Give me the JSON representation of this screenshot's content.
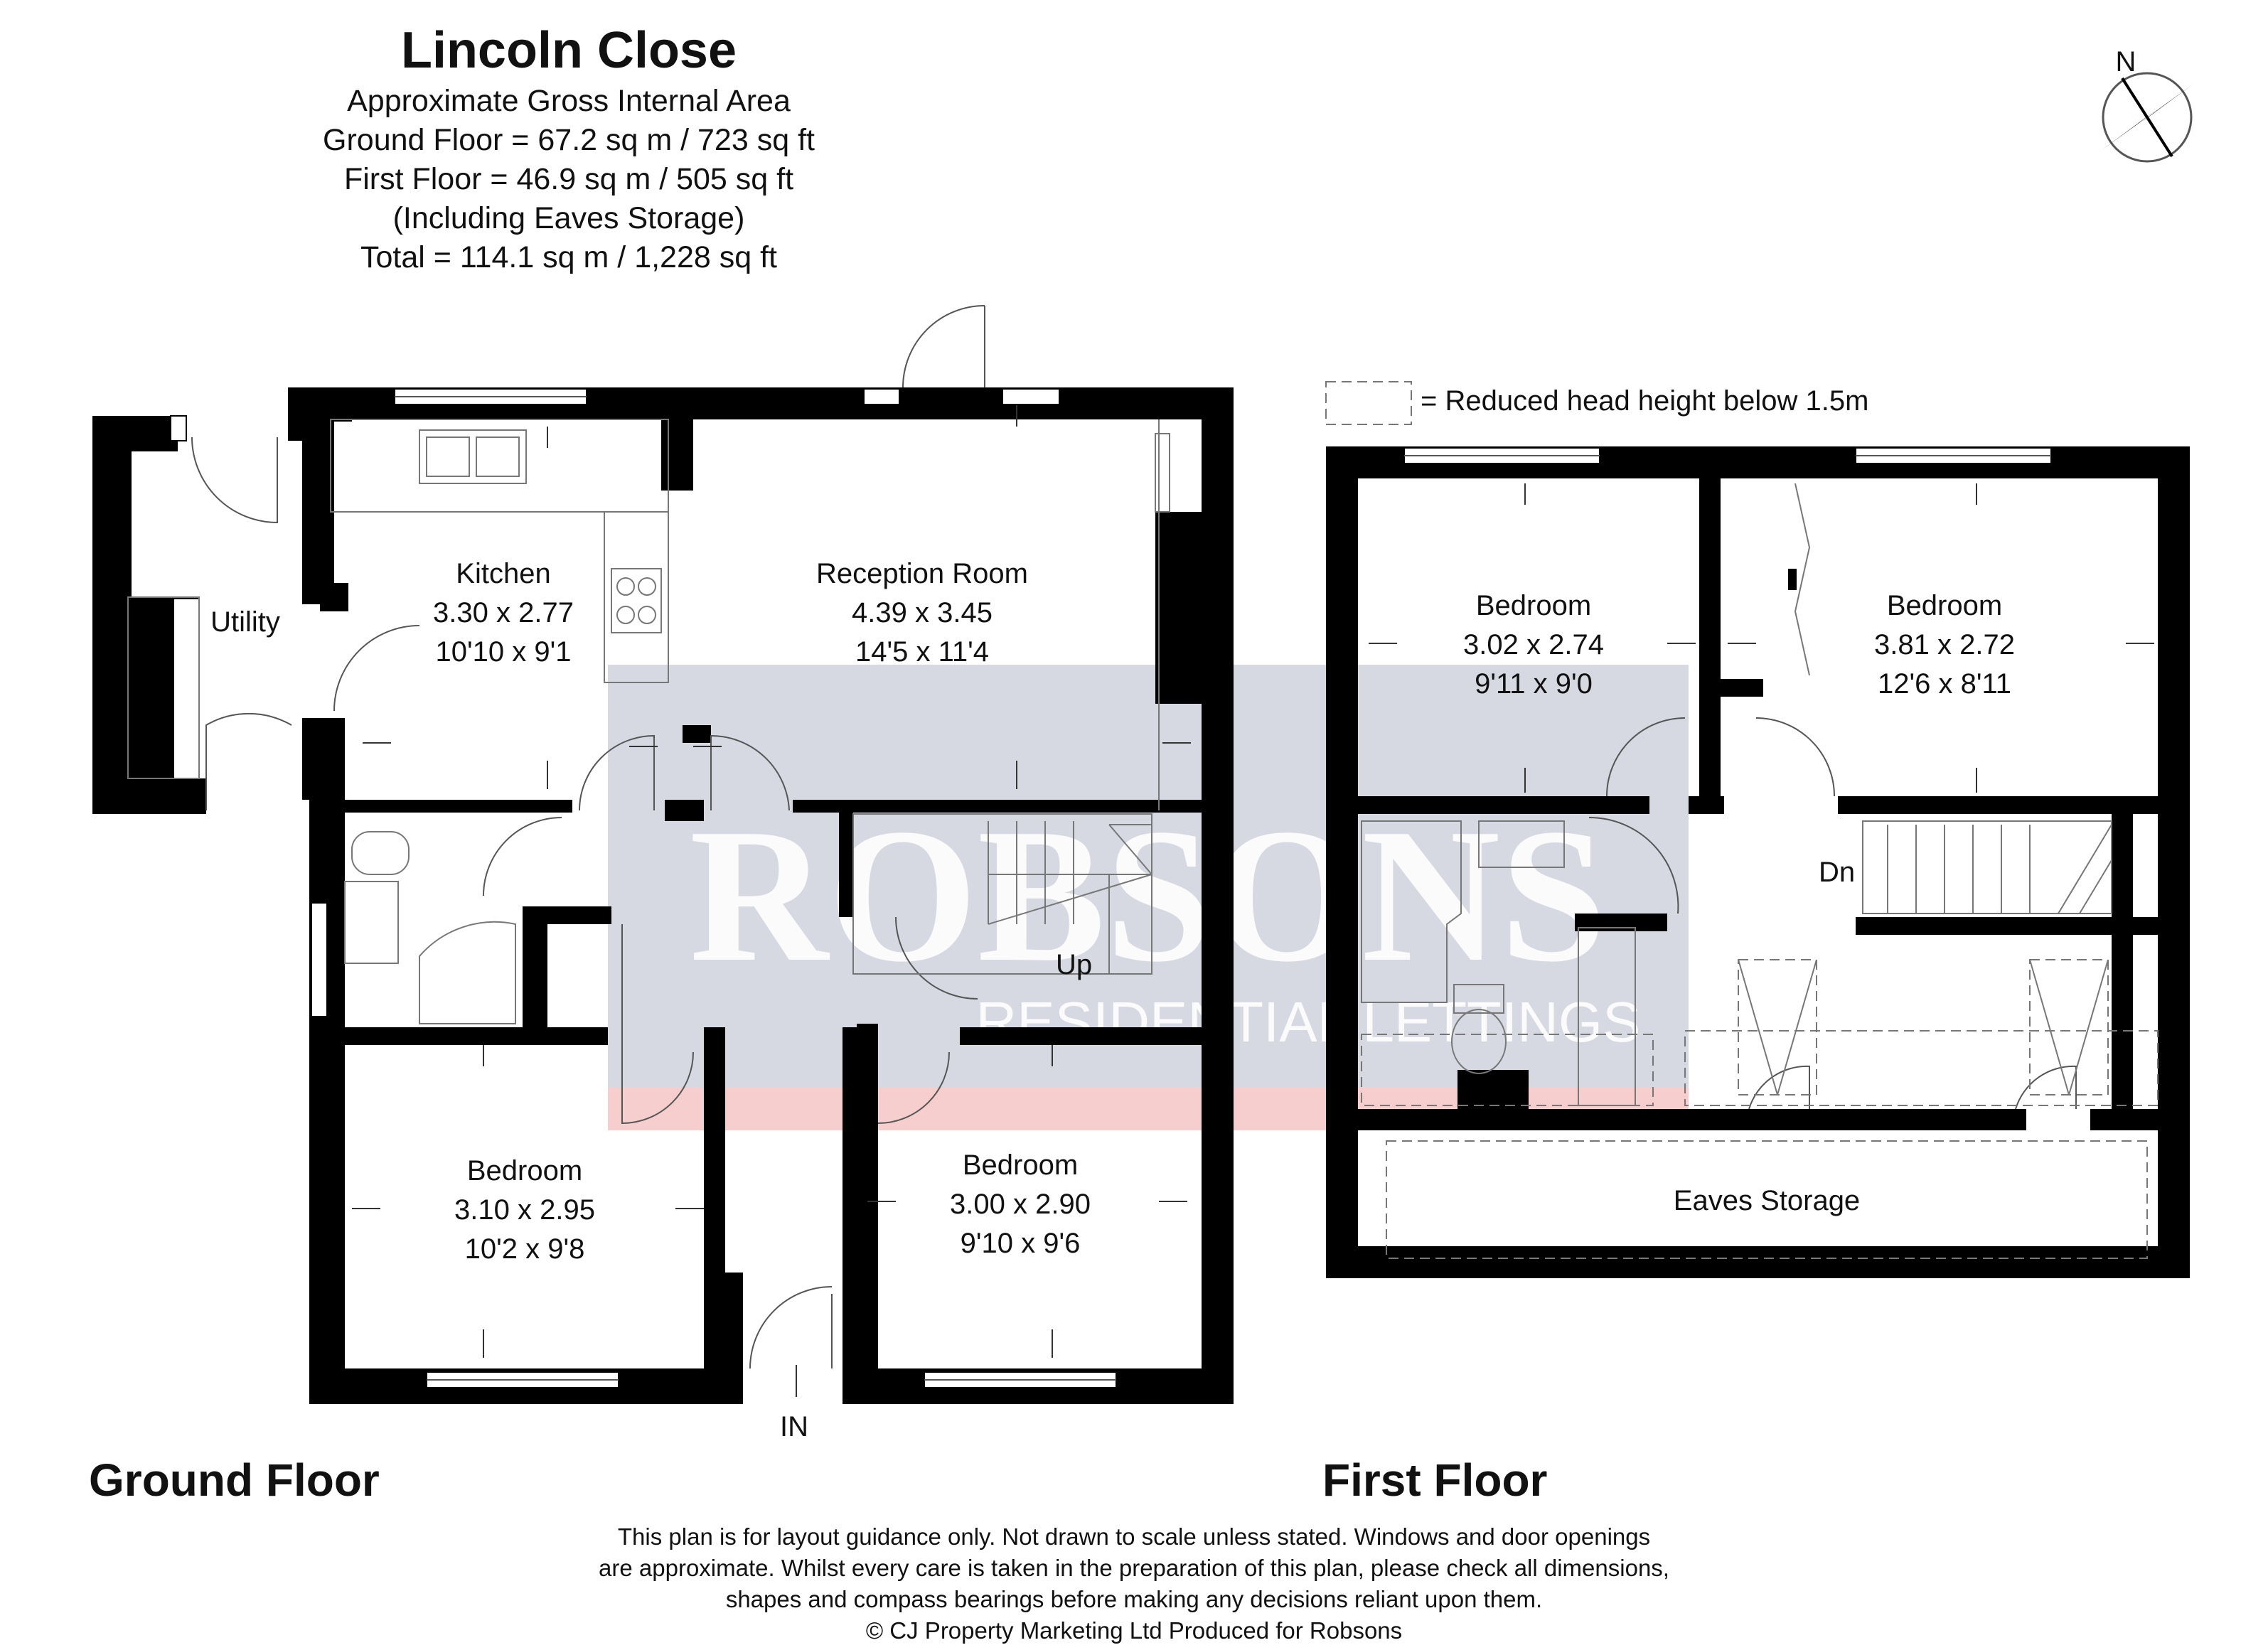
{
  "header": {
    "title": "Lincoln Close",
    "lines": [
      "Approximate Gross Internal Area",
      "Ground Floor = 67.2 sq m / 723 sq ft",
      "First Floor = 46.9 sq m / 505 sq ft",
      "(Including Eaves Storage)",
      "Total = 114.1 sq m / 1,228 sq ft"
    ]
  },
  "compass": {
    "label": "N",
    "icon": "compass-rose-icon"
  },
  "legend": {
    "text": "= Reduced head height below 1.5m"
  },
  "watermark": {
    "line1": "ROBSONS",
    "line2": "RESIDENTIAL LETTINGS"
  },
  "ground_floor": {
    "label": "Ground Floor",
    "utility": "Utility",
    "kitchen": {
      "name": "Kitchen",
      "metric": "3.30 x 2.77",
      "imperial": "10'10 x 9'1"
    },
    "reception": {
      "name": "Reception Room",
      "metric": "4.39 x 3.45",
      "imperial": "14'5 x 11'4"
    },
    "bedroom_left": {
      "name": "Bedroom",
      "metric": "3.10 x 2.95",
      "imperial": "10'2 x 9'8"
    },
    "bedroom_right": {
      "name": "Bedroom",
      "metric": "3.00 x 2.90",
      "imperial": "9'10 x 9'6"
    },
    "up": "Up",
    "entrance": "IN"
  },
  "first_floor": {
    "label": "First Floor",
    "bedroom_left": {
      "name": "Bedroom",
      "metric": "3.02 x 2.74",
      "imperial": "9'11 x 9'0"
    },
    "bedroom_right": {
      "name": "Bedroom",
      "metric": "3.81 x 2.72",
      "imperial": "12'6 x 8'11"
    },
    "down": "Dn",
    "eaves": "Eaves Storage"
  },
  "disclaimer": {
    "lines": [
      "This plan is for layout guidance only. Not drawn to scale unless stated. Windows and door openings",
      "are approximate. Whilst every care is taken in the preparation of this plan, please check all dimensions,",
      "shapes and compass bearings before making any decisions reliant upon them.",
      "© CJ Property Marketing Ltd Produced for Robsons"
    ]
  },
  "colors": {
    "walls": "#000000",
    "watermark_band": "#c9ccd8",
    "watermark_stripe": "#f4c6c6"
  }
}
